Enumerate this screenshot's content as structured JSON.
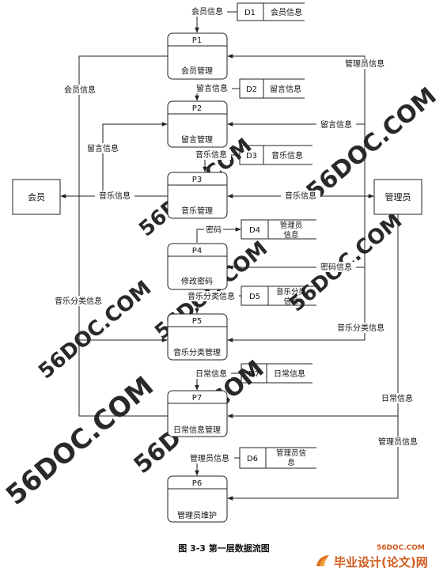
{
  "caption": "图 3-3 第一层数据流图",
  "entities": {
    "member": "会员",
    "admin": "管理员"
  },
  "processes": [
    {
      "id": "P1",
      "name": "会员管理"
    },
    {
      "id": "P2",
      "name": "留言管理"
    },
    {
      "id": "P3",
      "name": "音乐管理"
    },
    {
      "id": "P4",
      "name": "修改密码"
    },
    {
      "id": "P5",
      "name": "音乐分类管理"
    },
    {
      "id": "P7",
      "name": "日常信息管理"
    },
    {
      "id": "P6",
      "name": "管理员维护"
    }
  ],
  "stores": [
    {
      "id": "D1",
      "name": "会员信息"
    },
    {
      "id": "D2",
      "name": "留言信息"
    },
    {
      "id": "D3",
      "name": "音乐信息"
    },
    {
      "id": "D4",
      "name": "管理员信息"
    },
    {
      "id": "D5",
      "name": "音乐分类信息"
    },
    {
      "id": "D7",
      "name": "日常信息"
    },
    {
      "id": "D6",
      "name": "管理员信息"
    }
  ],
  "flows": {
    "d1_p1": "会员信息",
    "admin_p1": "管理员信息",
    "p1_member": "会员信息",
    "d2_p2": "留言信息",
    "admin_p2": "留言信息",
    "member_p2": "留言信息",
    "d3_p3": "音乐信息",
    "p3_member": "音乐信息",
    "p3_admin": "音乐信息",
    "p4_d4": "密码",
    "admin_p4": "密码信息",
    "d5_p5": "音乐分类信息",
    "member_p5": "音乐分类信息",
    "admin_p5": "音乐分类信息",
    "d7_p7": "日常信息",
    "admin_p7": "日常信息",
    "admin_p6": "管理员信息",
    "d6_p6": "管理员信息"
  },
  "watermark": "56DOC.COM",
  "logo": {
    "site": "56DOC.COM",
    "title": "毕业设计(论文)网"
  }
}
